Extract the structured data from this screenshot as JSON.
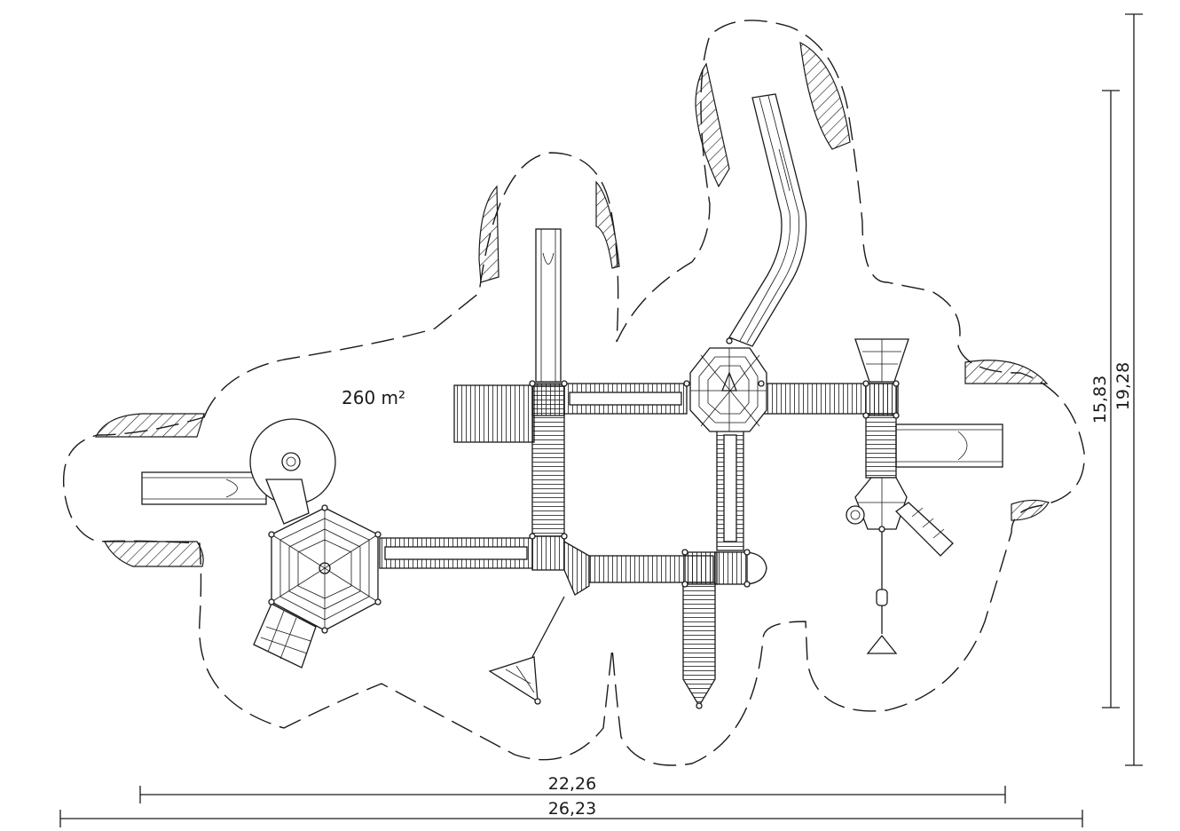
{
  "area_label": "260 m²",
  "dimensions": {
    "inner_width": "22,26",
    "outer_width": "26,23",
    "inner_height": "15,83",
    "outer_height": "19,28"
  }
}
